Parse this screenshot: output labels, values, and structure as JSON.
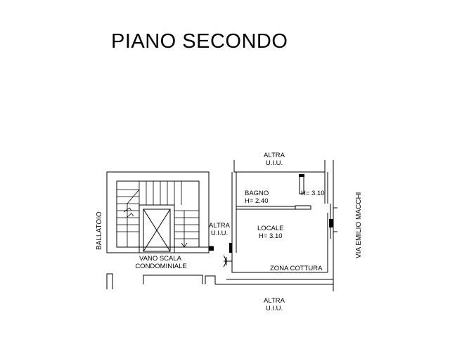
{
  "title": "PIANO SECONDO",
  "labels": {
    "altra_top_1": "ALTRA",
    "altra_top_2": "U.I.U.",
    "altra_mid_1": "ALTRA",
    "altra_mid_2": "U.I.U.",
    "altra_bottom_1": "ALTRA",
    "altra_bottom_2": "U.I.U.",
    "bagno": "BAGNO",
    "bagno_h": "H= 2.40",
    "h_310_top": "H= 3.10",
    "locale": "LOCALE",
    "locale_h": "H= 3.10",
    "zona_cottura": "ZONA COTTURA",
    "vano_scala_1": "VANO SCALA",
    "vano_scala_2": "CONDOMINIALE",
    "ballatoio": "BALLATOIO",
    "via": "VIA EMILIO MACCHI"
  }
}
